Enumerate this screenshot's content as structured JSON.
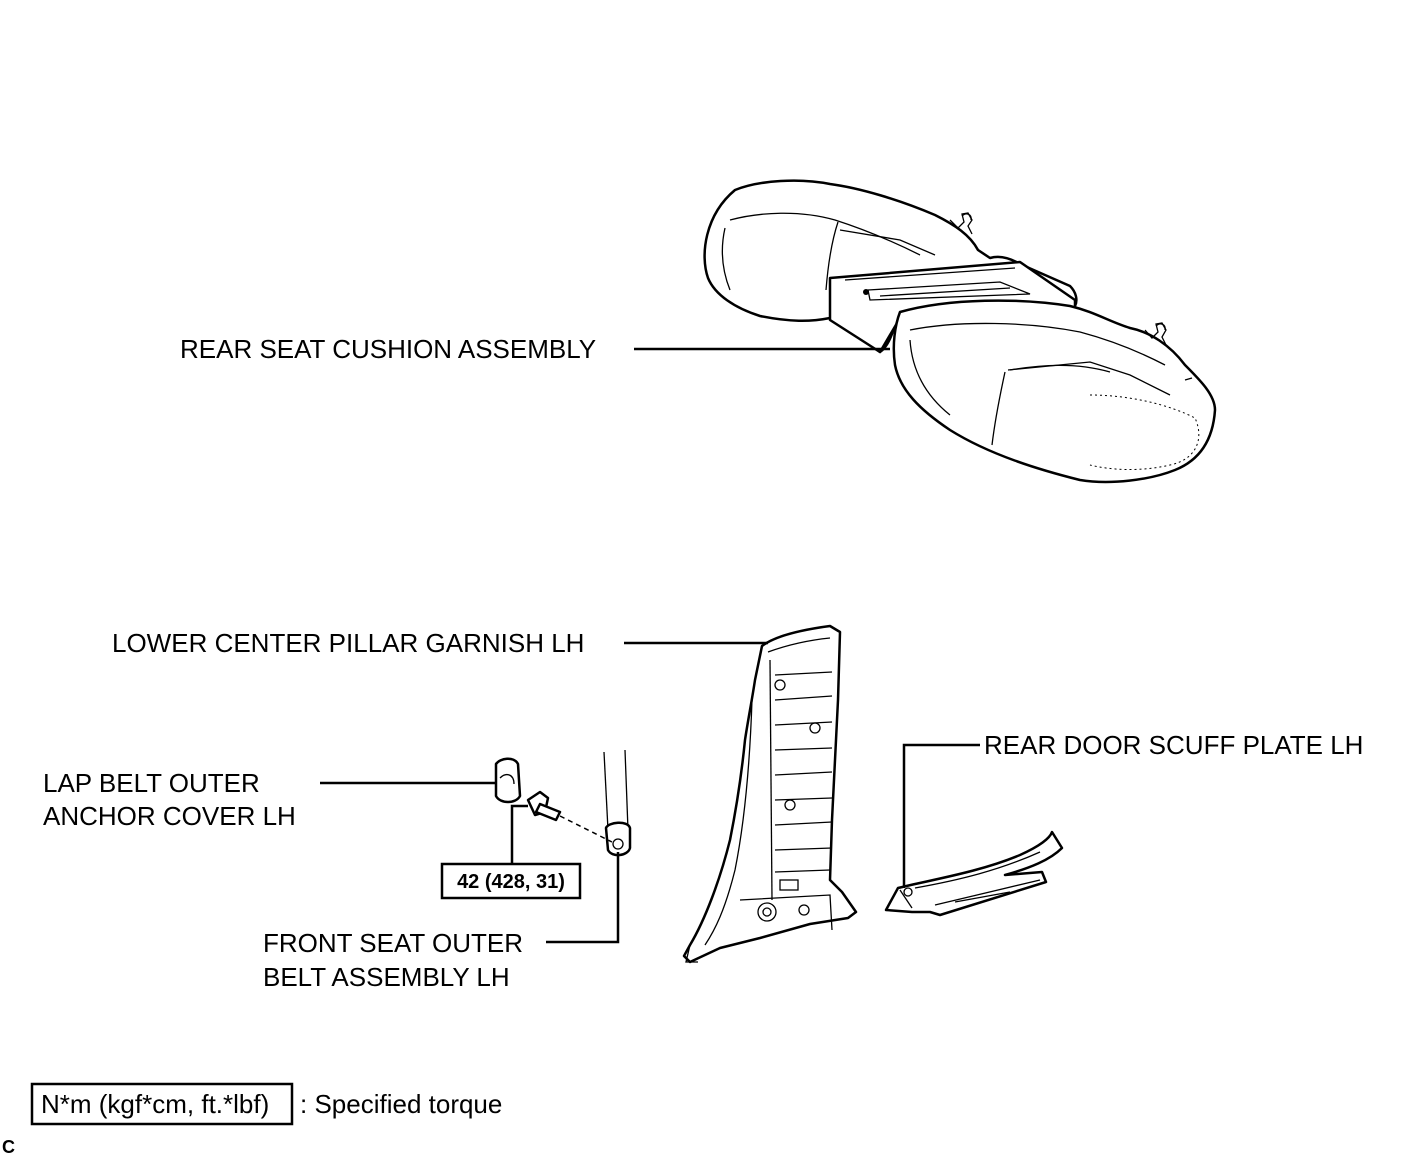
{
  "labels": {
    "rear_seat_cushion": "REAR SEAT CUSHION ASSEMBLY",
    "lower_center_pillar": "LOWER CENTER PILLAR GARNISH LH",
    "lap_belt_line1": "LAP BELT OUTER",
    "lap_belt_line2": "ANCHOR COVER LH",
    "rear_door_scuff": "REAR DOOR SCUFF PLATE LH",
    "front_seat_belt_line1": "FRONT SEAT OUTER",
    "front_seat_belt_line2": "BELT ASSEMBLY LH"
  },
  "torque": {
    "value": "42 (428, 31)"
  },
  "legend": {
    "unit": "N*m (kgf*cm, ft.*lbf)",
    "description": ": Specified torque"
  },
  "corner_mark": "C"
}
